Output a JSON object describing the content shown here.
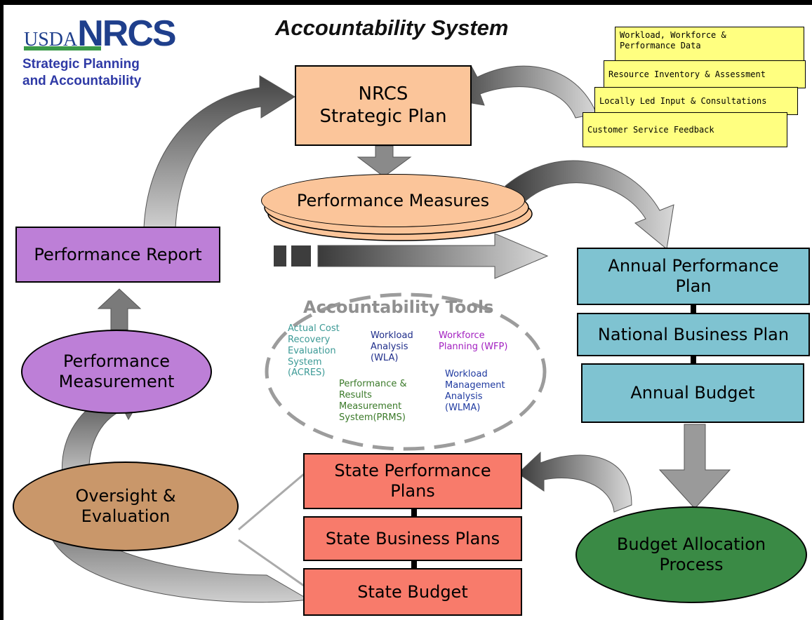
{
  "header": {
    "title": "Accountability System",
    "logo_usda": "USDA",
    "logo_nrcs": "NRCS",
    "logo_subtitle": "Strategic Planning\nand Accountability"
  },
  "inputs": {
    "workload_data": "Workload, Workforce &\n                Performance Data",
    "resource_inventory": "Resource Inventory & Assessment",
    "locally_led": "Locally Led Input & Consultations",
    "customer_feedback": "Customer Service Feedback"
  },
  "nodes": {
    "strategic_plan": "NRCS\nStrategic Plan",
    "performance_measures": "Performance Measures",
    "performance_report": "Performance Report",
    "annual_performance_plan": "Annual Performance\nPlan",
    "national_business_plan": "National Business Plan",
    "annual_budget": "Annual Budget",
    "performance_measurement": "Performance\nMeasurement",
    "oversight_evaluation": "Oversight &\nEvaluation",
    "state_performance_plans": "State Performance\nPlans",
    "state_business_plans": "State Business Plans",
    "state_budget": "State Budget",
    "budget_allocation": "Budget Allocation\nProcess"
  },
  "tools": {
    "title": "Accountability Tools",
    "acres": "Actual Cost\nRecovery\nEvaluation\nSystem\n(ACRES)",
    "wla": "Workload\nAnalysis\n(WLA)",
    "wfp": "Workforce\nPlanning (WFP)",
    "prms": "Performance &\nResults\nMeasurement\nSystem(PRMS)",
    "wlma": "Workload\nManagement\nAnalysis\n(WLMA)"
  },
  "colors": {
    "orange": "#fbc59a",
    "purple": "#bd7fd7",
    "teal": "#7fc3d1",
    "salmon": "#f87b6b",
    "yellow": "#ffff80",
    "tan": "#c9976a",
    "green": "#3a8a45",
    "acres_text": "#3c9a96",
    "wla_text": "#1e2d8a",
    "wfp_text": "#a21fc0",
    "prms_text": "#3b7a2a",
    "wlma_text": "#1f3aa0"
  }
}
